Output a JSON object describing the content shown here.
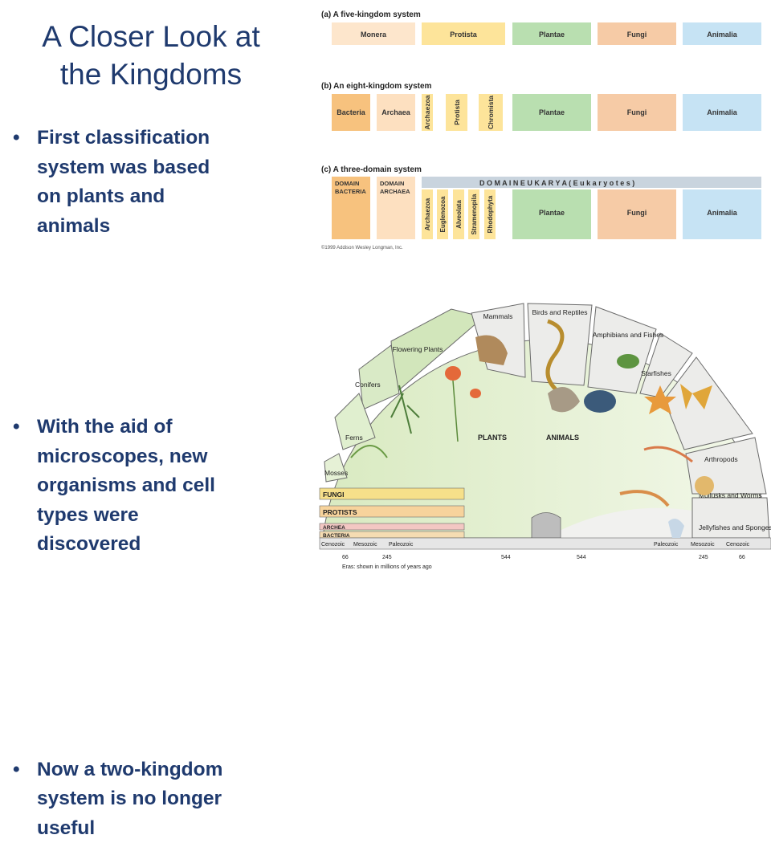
{
  "slide": {
    "title_line1": "A Closer Look at",
    "title_line2": "the Kingdoms",
    "bullets": [
      {
        "lines": [
          "First classification",
          "system was based",
          "on plants and",
          "animals"
        ]
      },
      {
        "lines": [
          "With the aid of",
          "microscopes, new",
          "organisms and cell",
          "types were",
          "discovered"
        ]
      },
      {
        "lines": [
          "Now a two-kingdom",
          "system is no longer",
          "useful"
        ]
      }
    ],
    "bullet_glyph": "•"
  },
  "figure": {
    "a": {
      "heading": "(a) A five-kingdom system",
      "boxes": [
        "Monera",
        "Protista",
        "Plantae",
        "Fungi",
        "Animalia"
      ]
    },
    "b": {
      "heading": "(b) An eight-kingdom system",
      "boxes": [
        "Bacteria",
        "Archaea",
        "Archaezoa",
        "Protista",
        "Chromista",
        "Plantae",
        "Fungi",
        "Animalia"
      ]
    },
    "c": {
      "heading": "(c) A three-domain system",
      "domain_eukarya": "D O M A I N   E U K A R Y A   ( E u k a r y o t e s )",
      "domain_bacteria": [
        "DOMAIN",
        "BACTERIA"
      ],
      "domain_archaea": [
        "DOMAIN",
        "ARCHAEA"
      ],
      "boxes": [
        "Archaezoa",
        "Euglenozoa",
        "Alveolata",
        "Stramenopila",
        "Rhodophyta",
        "Plantae",
        "Fungi",
        "Animalia"
      ]
    },
    "copyright": "©1999 Addison Wesley Longman, Inc."
  },
  "tree": {
    "groups_left": [
      "Flowering Plants",
      "Conifers",
      "Ferns",
      "Mosses",
      "FUNGI",
      "PROTISTS",
      "ARCHEA",
      "BACTERIA"
    ],
    "groups_right": [
      "Mammals",
      "Birds and Reptiles",
      "Amphibians and Fishes",
      "Starfishes",
      "Arthropods",
      "Mollusks and Worms",
      "Jellyfishes and Sponges"
    ],
    "plants_label": "PLANTS",
    "animals_label": "ANIMALS",
    "eras_left": [
      "Cenozoic",
      "Mesozoic",
      "Paleozoic"
    ],
    "eras_right": [
      "Paleozoic",
      "Mesozoic",
      "Cenozoic"
    ],
    "ticks": [
      "66",
      "245",
      "544",
      "544",
      "245",
      "66"
    ],
    "eras_caption": "Eras: shown in millions of years ago"
  },
  "colors": {
    "text": "#1f3a6e",
    "monera": "#fde6cc",
    "protista": "#fde49a",
    "plantae": "#b9dfb0",
    "fungi": "#f6cba6",
    "animalia": "#c6e3f4",
    "bacteria": "#f7c27e",
    "archaea": "#fde0c0",
    "eukarya_bar": "#c9d4de"
  }
}
